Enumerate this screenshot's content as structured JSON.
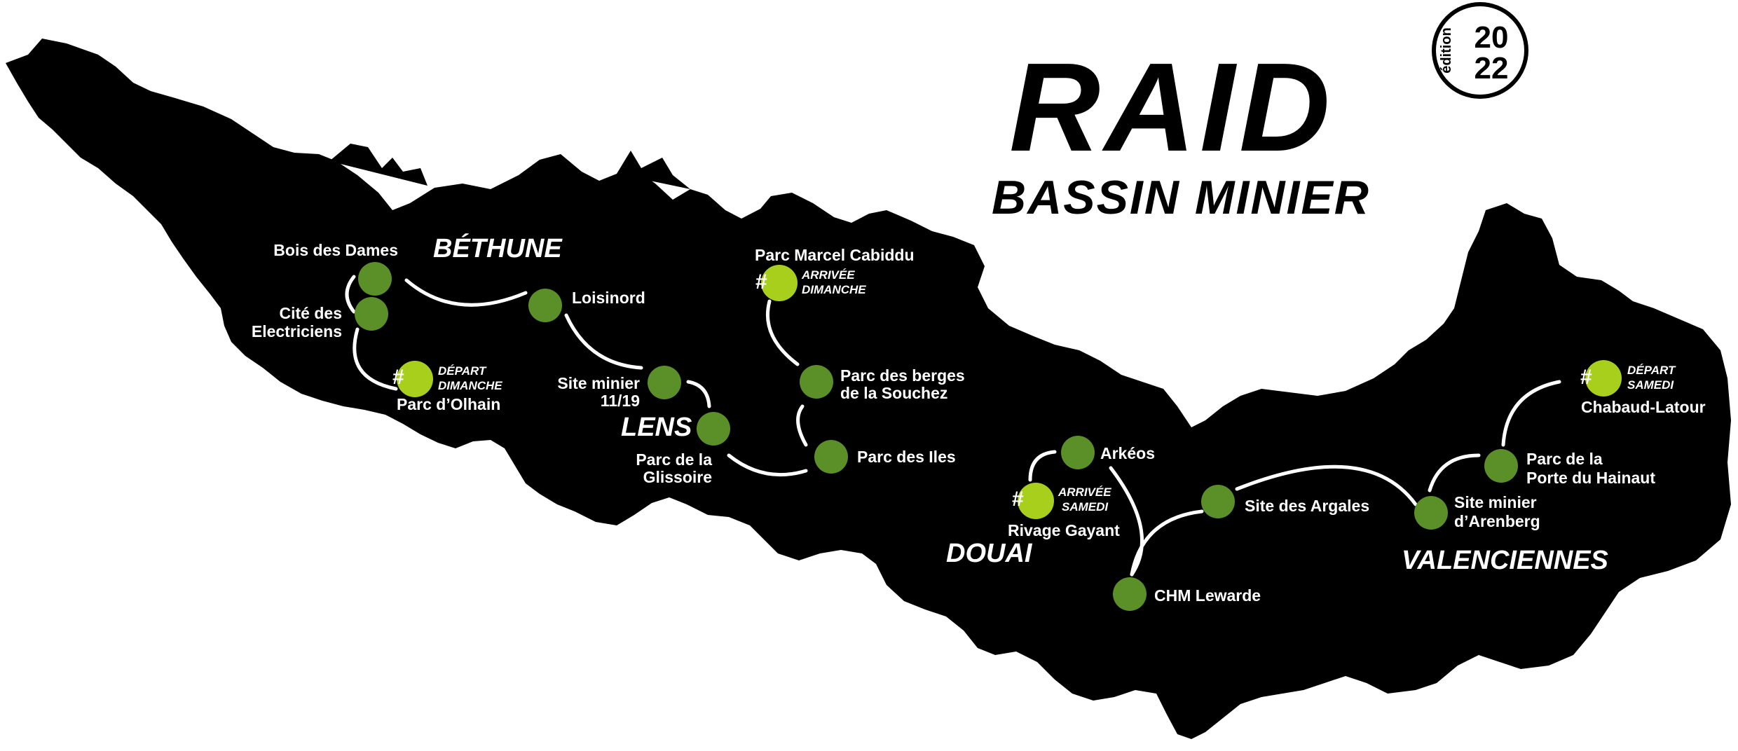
{
  "title": {
    "main": "RAID",
    "sub": "BASSIN MINIER",
    "edition_word": "édition",
    "edition_year_top": "20",
    "edition_year_bottom": "22"
  },
  "colors": {
    "region": "#000000",
    "route": "#ffffff",
    "stop": "#5b8f28",
    "stop_highlight": "#a9cf1d",
    "text": "#ffffff"
  },
  "cities": {
    "bethune": "BÉTHUNE",
    "lens": "LENS",
    "douai": "DOUAI",
    "valenciennes": "VALENCIENNES"
  },
  "stops": {
    "bois_des_dames": "Bois des Dames",
    "cite_line1": "Cité des",
    "cite_line2": "Electriciens",
    "parc_olhain": "Parc d’Olhain",
    "loisinord": "Loisinord",
    "site_minier_1119_line1": "Site minier",
    "site_minier_1119_line2": "11/19",
    "glissoire_line1": "Parc de la",
    "glissoire_line2": "Glissoire",
    "parc_marcel_cabiddu": "Parc Marcel Cabiddu",
    "berges_line1": "Parc des berges",
    "berges_line2": "de la Souchez",
    "parc_des_iles": "Parc des Iles",
    "arkeos": "Arkéos",
    "rivage_gayant": "Rivage Gayant",
    "chm_lewarde": "CHM Lewarde",
    "site_des_argales": "Site des Argales",
    "arenberg_line1": "Site minier",
    "arenberg_line2": "d’Arenberg",
    "porte_hainaut_line1": "Parc de la",
    "porte_hainaut_line2": "Porte du Hainaut",
    "chabaud_latour": "Chabaud-Latour"
  },
  "badges": {
    "depart_dimanche_line1": "DÉPART",
    "depart_dimanche_line2": "DIMANCHE",
    "arrivee_dimanche_line1": "ARRIVÉE",
    "arrivee_dimanche_line2": "DIMANCHE",
    "arrivee_samedi_line1": "ARRIVÉE",
    "arrivee_samedi_line2": "SAMEDI",
    "depart_samedi_line1": "DÉPART",
    "depart_samedi_line2": "SAMEDI",
    "hash_symbol": "#"
  }
}
